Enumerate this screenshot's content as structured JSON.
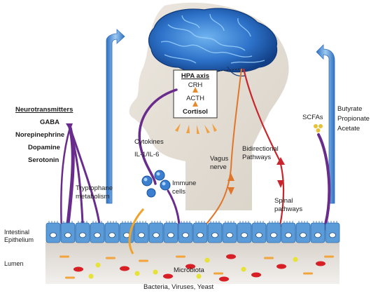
{
  "hpa_axis": {
    "title": "HPA axis",
    "steps": [
      "CRH",
      "ACTH",
      "Cortisol"
    ]
  },
  "neurotransmitters": {
    "title": "Neurotransmitters",
    "items": [
      "GABA",
      "Norepinephrine",
      "Dopamine",
      "Serotonin"
    ]
  },
  "tryptophane": [
    "Tryptophane",
    "metabolism"
  ],
  "cytokines": {
    "title": "Cytokines",
    "items": "IL-1/IL-6"
  },
  "immune_cells": [
    "Immune",
    "cells"
  ],
  "vagus_nerve": [
    "Vagus",
    "nerve"
  ],
  "bidirectional": [
    "Bidirectional",
    "Pathways"
  ],
  "spinal": [
    "Spinal",
    "pathways"
  ],
  "scfas": {
    "label": "SCFAs",
    "items": [
      "Butyrate",
      "Propionate",
      "Acetate"
    ]
  },
  "layers": {
    "epithelium": [
      "Intestinal",
      "Epithelium"
    ],
    "lumen": "Lumen"
  },
  "microbiota": {
    "title": "Microbiota",
    "subtitle": "Bacteria, Viruses, Yeast"
  },
  "colors": {
    "brain": "#1f5fb8",
    "pathway_purple": "#6a2c8c",
    "vagus_orange": "#e0762b",
    "spinal_red": "#c8262c",
    "arrow_blue": "#4a8fd6",
    "epithelium": "#5b9bd8"
  }
}
